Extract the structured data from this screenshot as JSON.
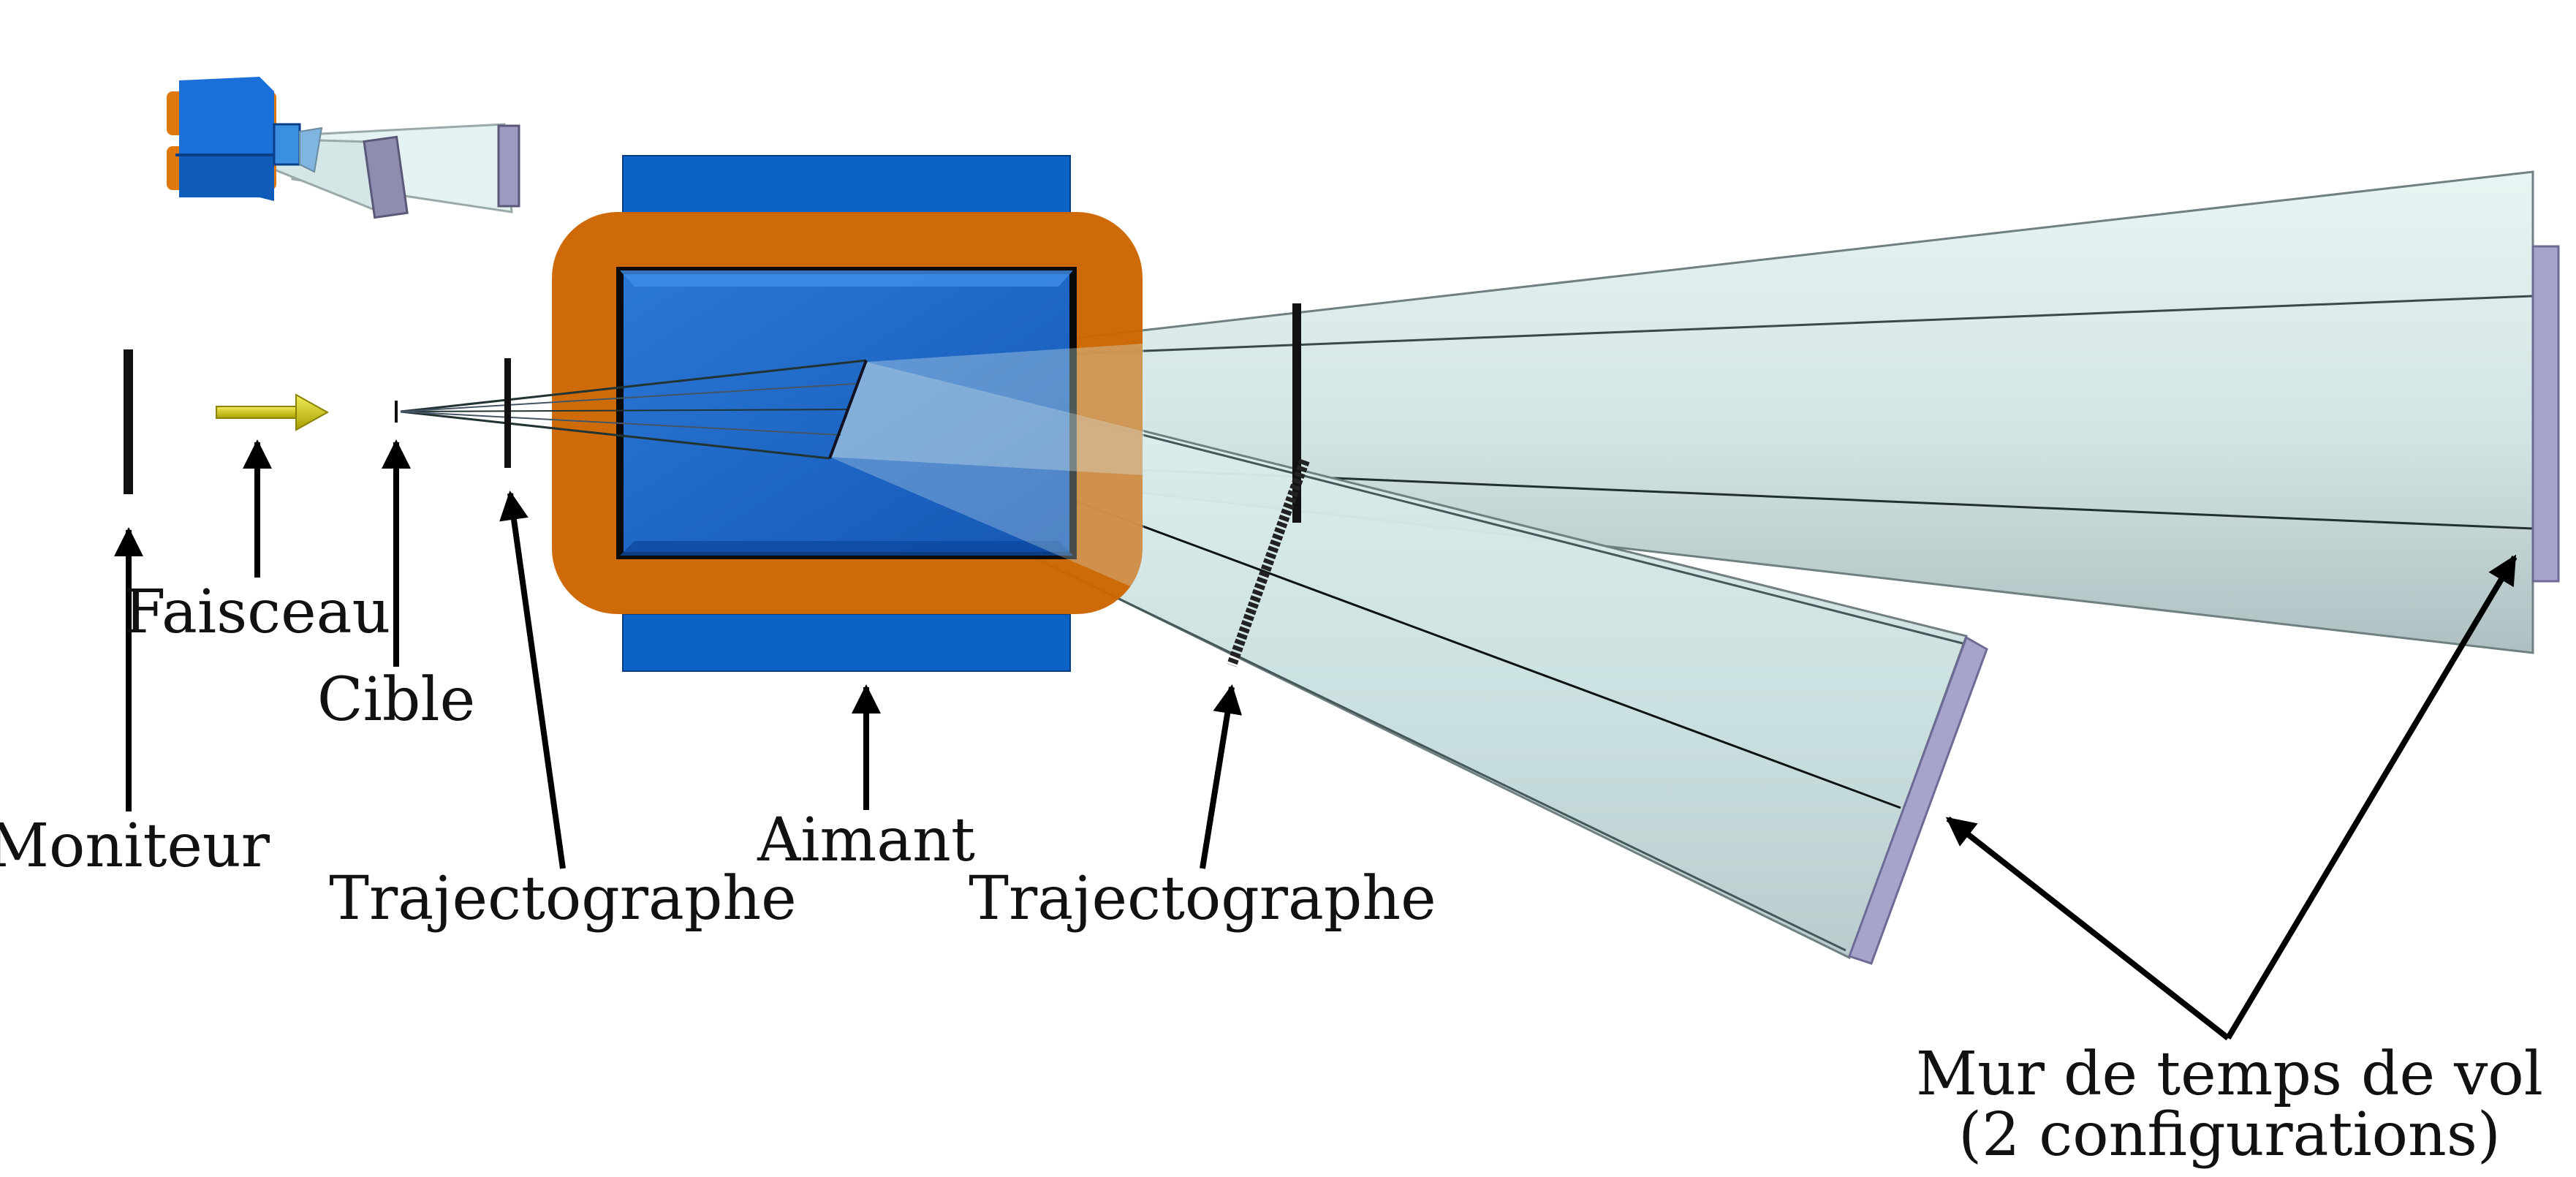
{
  "labels": {
    "monitor": "Moniteur",
    "beam": "Faisceau",
    "target": "Cible",
    "tracker_upstream": "Trajectographe",
    "magnet": "Aimant",
    "tracker_downstream": "Trajectographe",
    "tof_wall_line1": "Mur de temps de vol",
    "tof_wall_line2": "(2 configurations)"
  },
  "colors": {
    "magnet_yoke": "#cc6600",
    "magnet_coil": "#0b63c7",
    "magnet_pole": "#1f6fd0",
    "acceptance_volume": "#d7ecec",
    "tof_wall": "#a7a4cc",
    "beam_arrow": "#d8d000",
    "detector": "#111111"
  },
  "icons": {
    "inset": "setup-3d-thumbnail-icon",
    "beam": "beam-arrow-icon"
  }
}
